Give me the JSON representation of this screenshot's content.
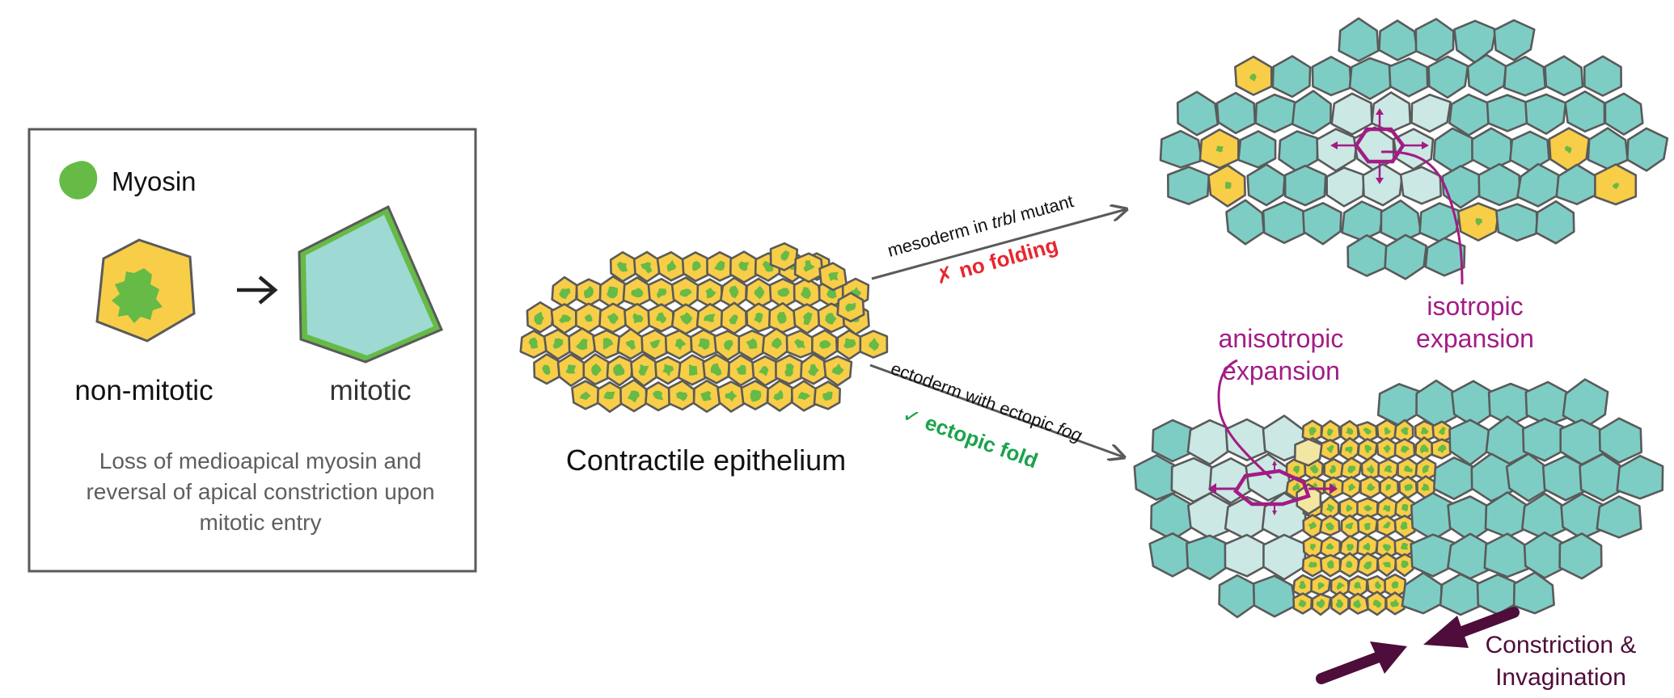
{
  "colors": {
    "teal": "#7ecdc4",
    "teal_light": "#cbe8e4",
    "yellow": "#f8cd48",
    "yellow_light": "#f3e6a2",
    "myosin_green": "#66ba46",
    "outline": "#5a5a5a",
    "magenta": "#a21c85",
    "dark_purple": "#4e0d3a",
    "fail_red": "#e8262e",
    "success_green": "#1aa34a"
  },
  "legend": {
    "myosin_label": "Myosin",
    "non_mitotic_label": "non-mitotic",
    "mitotic_label": "mitotic",
    "caption_line1": "Loss of medioapical myosin and",
    "caption_line2": "reversal of apical constriction upon",
    "caption_line3": "mitotic entry"
  },
  "center": {
    "label": "Contractile epithelium"
  },
  "top_branch": {
    "arrow_label_prefix": "mesoderm in ",
    "arrow_label_italic": "trbl",
    "arrow_label_suffix": " mutant",
    "outcome_mark": "✗",
    "outcome_text": "no folding",
    "annotation_line1": "isotropic",
    "annotation_line2": "expansion"
  },
  "bottom_branch": {
    "arrow_label_prefix": "ectoderm with ectopic ",
    "arrow_label_italic": "fog",
    "outcome_mark": "✓",
    "outcome_text": "ectopic fold",
    "annotation_line1": "anisotropic",
    "annotation_line2": "expansion",
    "constriction_line1": "Constriction &",
    "constriction_line2": "Invagination"
  }
}
